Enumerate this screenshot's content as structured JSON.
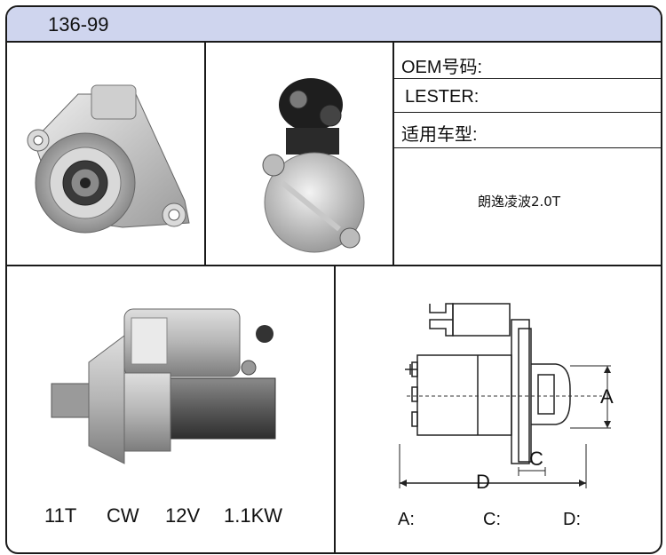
{
  "title": "136-99",
  "fields": {
    "oem_label": "OEM号码:",
    "lester_label": "LESTER:",
    "application_label": "适用车型:",
    "application_value": "朗逸凌波2.0T"
  },
  "specs": {
    "teeth": "11T",
    "rotation": "CW",
    "voltage": "12V",
    "power": "1.1KW"
  },
  "diagram": {
    "label_a": "A",
    "label_c": "C",
    "label_d": "D"
  },
  "dimensions": {
    "a_label": "A:",
    "c_label": "C:",
    "d_label": "D:"
  }
}
